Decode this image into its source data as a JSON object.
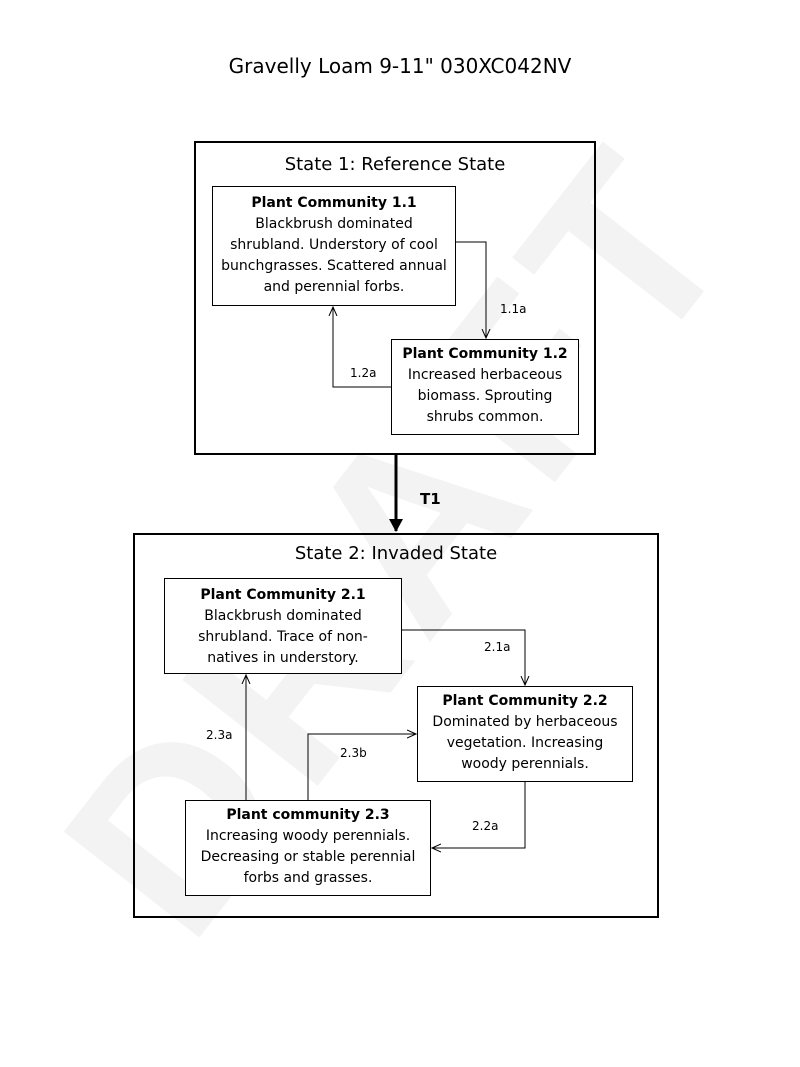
{
  "watermark": "DRAFT",
  "title": "Gravelly Loam 9-11\" 030XC042NV",
  "states": [
    {
      "title": "State 1: Reference State",
      "communities": [
        {
          "name": "Plant Community 1.1",
          "desc": "Blackbrush dominated shrubland. Understory of cool bunchgrasses. Scattered annual and perennial forbs."
        },
        {
          "name": "Plant Community 1.2",
          "desc": "Increased herbaceous biomass. Sprouting shrubs common."
        }
      ]
    },
    {
      "title": "State 2: Invaded State",
      "communities": [
        {
          "name": "Plant Community 2.1",
          "desc": "Blackbrush dominated shrubland. Trace of non-natives in understory."
        },
        {
          "name": "Plant Community 2.2",
          "desc": "Dominated by herbaceous vegetation. Increasing woody perennials."
        },
        {
          "name": "Plant community 2.3",
          "desc": "Increasing woody perennials. Decreasing or stable perennial forbs and grasses."
        }
      ]
    }
  ],
  "transitions": {
    "t_1_1a": "1.1a",
    "t_1_2a": "1.2a",
    "t_T1": "T1",
    "t_2_1a": "2.1a",
    "t_2_2a": "2.2a",
    "t_2_3a": "2.3a",
    "t_2_3b": "2.3b"
  }
}
